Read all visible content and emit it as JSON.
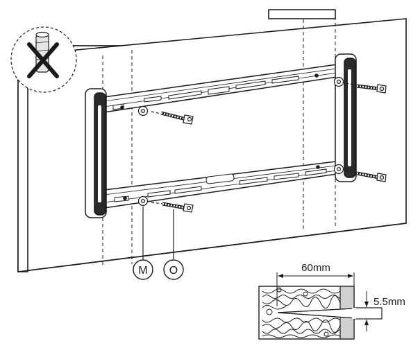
{
  "callouts": {
    "m": "M",
    "o": "O"
  },
  "detail": {
    "depth_label": "60mm",
    "hole_label": "5.5mm"
  },
  "colors": {
    "line": "#1a1a1a",
    "wall_edge": "#d0d0d0",
    "bracket_end": "#2b2b2b"
  },
  "icons": {
    "prohibited": "anchor-crossed-out-icon"
  }
}
